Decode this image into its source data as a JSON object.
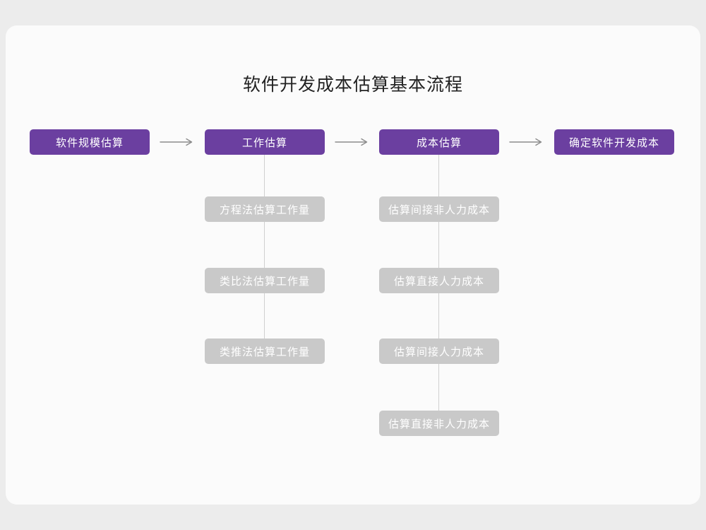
{
  "title": "软件开发成本估算基本流程",
  "colors": {
    "accent_purple": "#6b3fa0",
    "sub_box_gray": "#c9c9c9",
    "connector_gray": "#d0d0d0",
    "arrow_gray": "#8c8c8c",
    "card_background": "#fbfbfb",
    "page_background": "#ececec"
  },
  "flow": {
    "steps": [
      {
        "label": "软件规模估算"
      },
      {
        "label": "工作估算"
      },
      {
        "label": "成本估算"
      },
      {
        "label": "确定软件开发成本"
      }
    ]
  },
  "work_estimation_methods": [
    "方程法估算工作量",
    "类比法估算工作量",
    "类推法估算工作量"
  ],
  "cost_estimation_items": [
    "估算间接非人力成本",
    "估算直接人力成本",
    "估算间接人力成本",
    "估算直接非人力成本"
  ]
}
